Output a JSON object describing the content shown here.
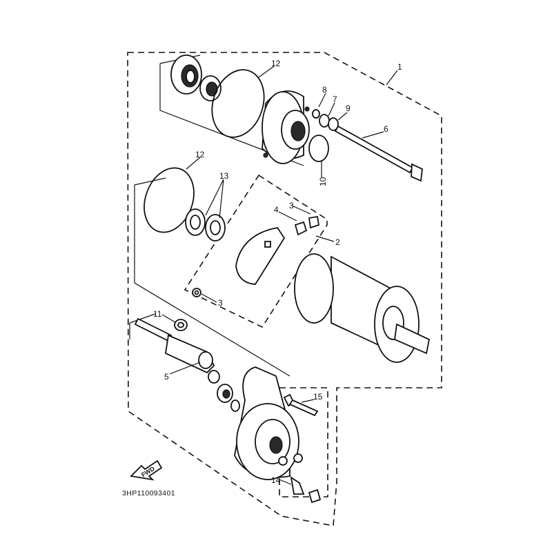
{
  "diagram": {
    "callouts": {
      "c1": "1",
      "c2": "2",
      "c3a": "3",
      "c3b": "3",
      "c4": "4",
      "c5": "5",
      "c6": "6",
      "c7": "7",
      "c8": "8",
      "c9": "9",
      "c10": "10",
      "c11": "11",
      "c12a": "12",
      "c12b": "12",
      "c13": "13",
      "c14": "14",
      "c15": "15"
    },
    "direction_label": "FWD",
    "drawing_code": "3HP110093401"
  }
}
